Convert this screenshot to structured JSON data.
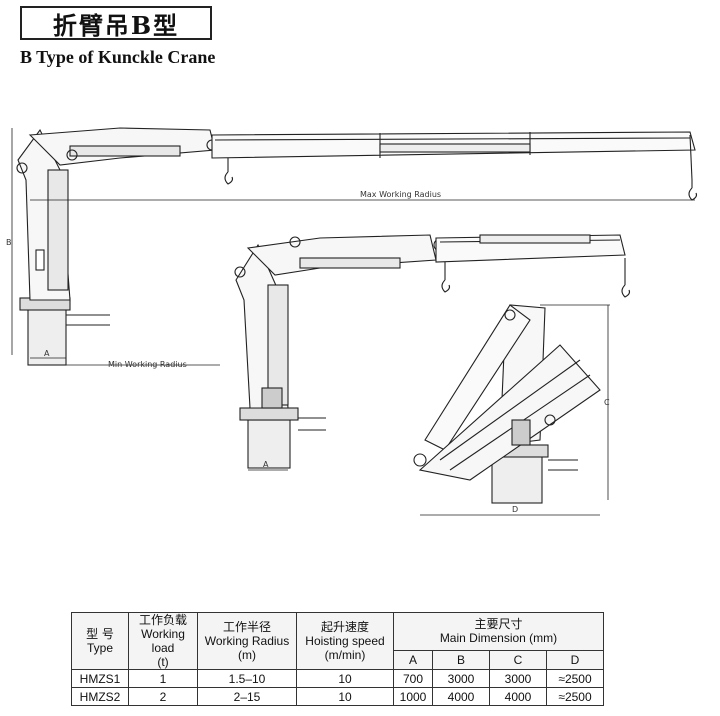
{
  "title_cn": "折臂吊B型",
  "subtitle": "B Type of Kunckle Crane",
  "dimensions": {
    "max_working_radius": "Max Working Radius",
    "min_working_radius": "Min Working Radius",
    "a": "A",
    "b": "B",
    "c": "C",
    "d": "D"
  },
  "table": {
    "headers": {
      "type_cn": "型 号",
      "type_en": "Type",
      "load_cn": "工作负载",
      "load_en": "Working load",
      "load_unit": "(t)",
      "radius_cn": "工作半径",
      "radius_en": "Working Radius",
      "radius_unit": "(m)",
      "speed_cn": "起升速度",
      "speed_en": "Hoisting speed",
      "speed_unit": "(m/min)",
      "dim_cn": "主要尺寸",
      "dim_en": "Main Dimension (mm)",
      "col_a": "A",
      "col_b": "B",
      "col_c": "C",
      "col_d": "D"
    },
    "rows": [
      {
        "type": "HMZS1",
        "load": "1",
        "radius": "1.5–10",
        "speed": "10",
        "a": "700",
        "b": "3000",
        "c": "3000",
        "d": "≈2500"
      },
      {
        "type": "HMZS2",
        "load": "2",
        "radius": "2–15",
        "speed": "10",
        "a": "1000",
        "b": "4000",
        "c": "4000",
        "d": "≈2500"
      }
    ]
  }
}
